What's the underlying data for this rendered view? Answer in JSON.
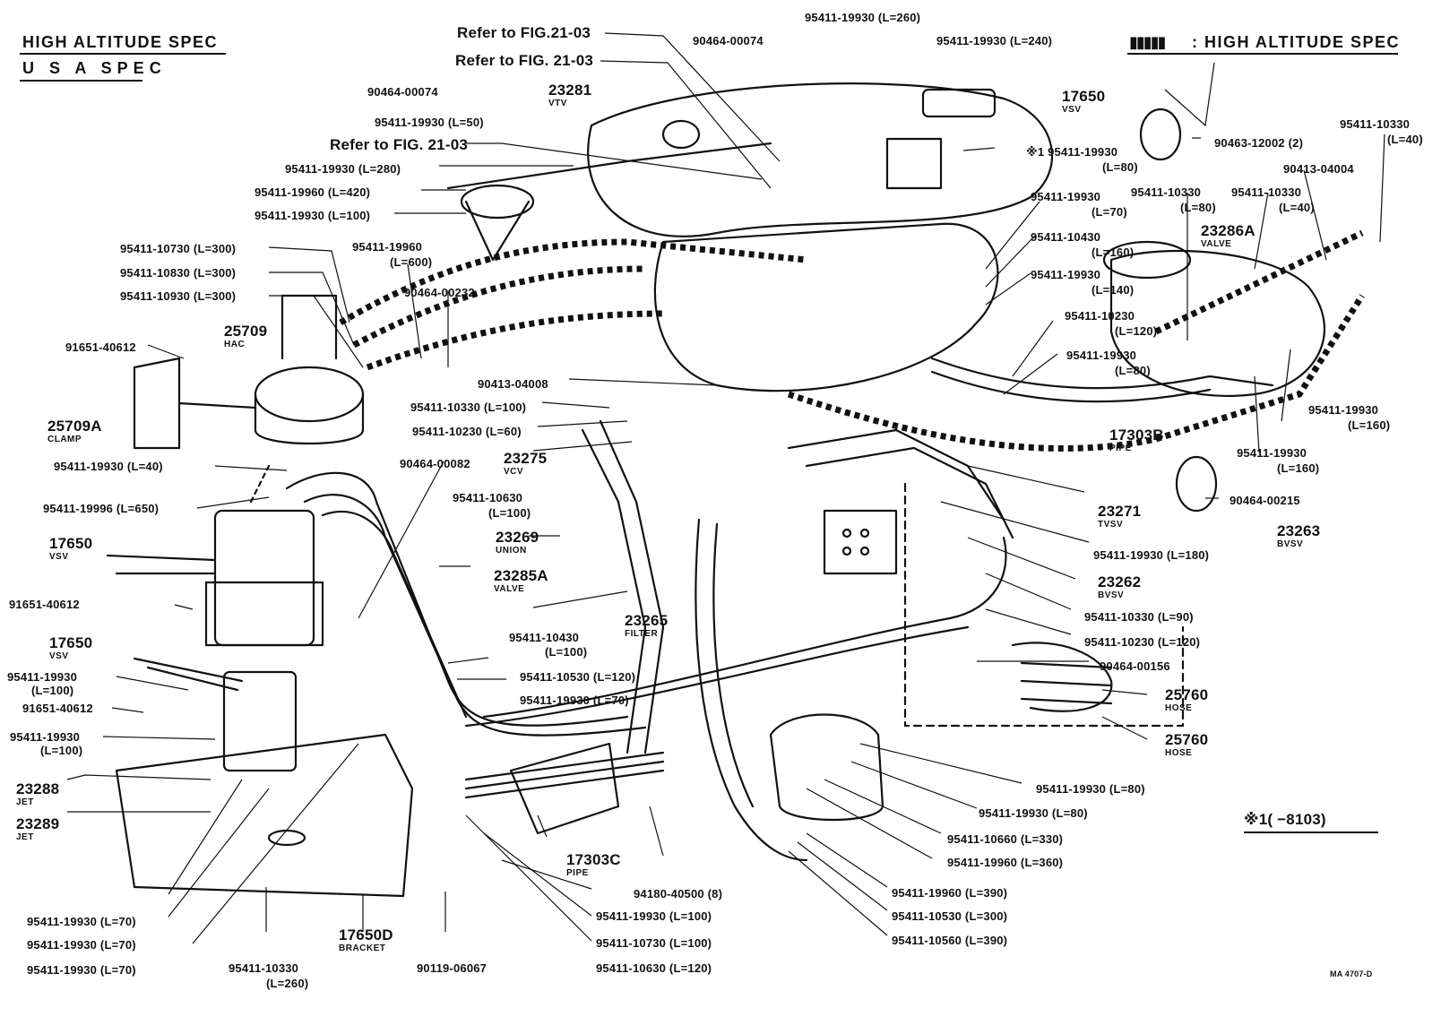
{
  "header": {
    "left_line1": "HIGH ALTITUDE SPEC",
    "left_line2": "U S A SPEC",
    "right_marker": "▮▮▮▮▮",
    "right_text": ": HIGH ALTITUDE SPEC"
  },
  "parts_left": [
    {
      "code": "95411-10730 (L=300)"
    },
    {
      "code": "95411-10830 (L=300)"
    },
    {
      "code": "95411-10930 (L=300)"
    },
    {
      "code": "91651-40612"
    },
    {
      "code": "95411-19930 (L=40)"
    },
    {
      "code": "95411-19996 (L=650)"
    },
    {
      "code": "91651-40612"
    },
    {
      "code": "91651-40612"
    }
  ],
  "parts_top": {
    "p1": "Refer to FIG.21-03",
    "p2": "Refer to FIG. 21-03",
    "p3": "90464-00074",
    "p4": "95411-19930 (L=50)",
    "p5": "Refer to FIG. 21-03",
    "p6": "95411-19930 (L=280)",
    "p7": "95411-19960 (L=420)",
    "p8": "95411-19930 (L=100)",
    "p9": "95411-19960",
    "p9b": "(L=600)",
    "p10": "90464-00232",
    "p11": "90413-04008",
    "p12": "95411-10330 (L=100)",
    "p13": "95411-10230 (L=60)",
    "p14": "90464-00082",
    "p15": "95411-10630",
    "p15b": "(L=100)",
    "p16": "90464-00074",
    "p17": "95411-19930 (L=260)",
    "p18": "95411-19930 (L=240)"
  },
  "components": {
    "c23281": "23281",
    "c23281s": "VTV",
    "c25709": "25709",
    "c25709s": "HAC",
    "c25709a": "25709A",
    "c25709as": "CLAMP",
    "c23275": "23275",
    "c23275s": "VCV",
    "c17650a": "17650",
    "c17650as": "VSV",
    "c23269": "23269",
    "c23269s": "UNION",
    "c23285a": "23285A",
    "c23285as": "VALVE",
    "c23265": "23265",
    "c23265s": "FILTER",
    "c17650b": "17650",
    "c17650bs": "VSV",
    "c23288": "23288",
    "c23288s": "JET",
    "c23289": "23289",
    "c23289s": "JET",
    "c17303c": "17303C",
    "c17303cs": "PIPE",
    "c17650d": "17650D",
    "c17650ds": "BRACKET",
    "c17650c": "17650",
    "c17650cs": "VSV",
    "c23286a": "23286A",
    "c23286as": "VALVE",
    "c17303b": "17303B",
    "c17303bs": "PIPE",
    "c23271": "23271",
    "c23271s": "TVSV",
    "c23263": "23263",
    "c23263s": "BVSV",
    "c23262": "23262",
    "c23262s": "BVSV",
    "c25760a": "25760",
    "c25760as": "HOSE",
    "c25760b": "25760",
    "c25760bs": "HOSE"
  },
  "parts_mid": {
    "m1": "95411-10430",
    "m1b": "(L=100)",
    "m2": "95411-10530 (L=120)",
    "m3": "95411-19930 (L=70)"
  },
  "parts_left_low": {
    "l1": "95411-19930",
    "l1b": "(L=100)",
    "l2": "95411-19930",
    "l2b": "(L=100)"
  },
  "parts_bottom": {
    "b1": "95411-19930 (L=70)",
    "b2": "95411-19930 (L=70)",
    "b3": "95411-19930 (L=70)",
    "b4": "95411-10330",
    "b4b": "(L=260)",
    "b5": "90119-06067",
    "b6": "94180-40500 (8)",
    "b7": "95411-19930 (L=100)",
    "b8": "95411-10730 (L=100)",
    "b9": "95411-10630 (L=120)"
  },
  "parts_right": {
    "r1": "90463-12002 (2)",
    "r2": "※1  95411-19930",
    "r2b": "(L=80)",
    "r3": "95411-19930",
    "r3b": "(L=70)",
    "r4": "95411-10330",
    "r4b": "(L=80)",
    "r5": "95411-10330",
    "r5b": "(L=40)",
    "r6": "90413-04004",
    "r7": "95411-10330",
    "r7b": "(L=40)",
    "r8": "95411-10430",
    "r8b": "(L=160)",
    "r9": "95411-19930",
    "r9b": "(L=140)",
    "r10": "95411-10230",
    "r10b": "(L=120)",
    "r11": "95411-19930",
    "r11b": "(L=80)",
    "r12": "95411-19930",
    "r12b": "(L=160)",
    "r13": "95411-19930",
    "r13b": "(L=160)",
    "r14": "90464-00215",
    "r15": "95411-19930 (L=180)",
    "r16": "95411-10330 (L=90)",
    "r17": "95411-10230 (L=120)",
    "r18": "90464-00156",
    "r19": "95411-19930 (L=80)",
    "r20": "95411-19930 (L=80)",
    "r21": "95411-10660 (L=330)",
    "r22": "95411-19960 (L=360)",
    "r23": "95411-19960 (L=390)",
    "r24": "95411-10530 (L=300)",
    "r25": "95411-10560 (L=390)"
  },
  "footnote": "※1(      −8103)",
  "drawing_id": "MA 4707-D"
}
